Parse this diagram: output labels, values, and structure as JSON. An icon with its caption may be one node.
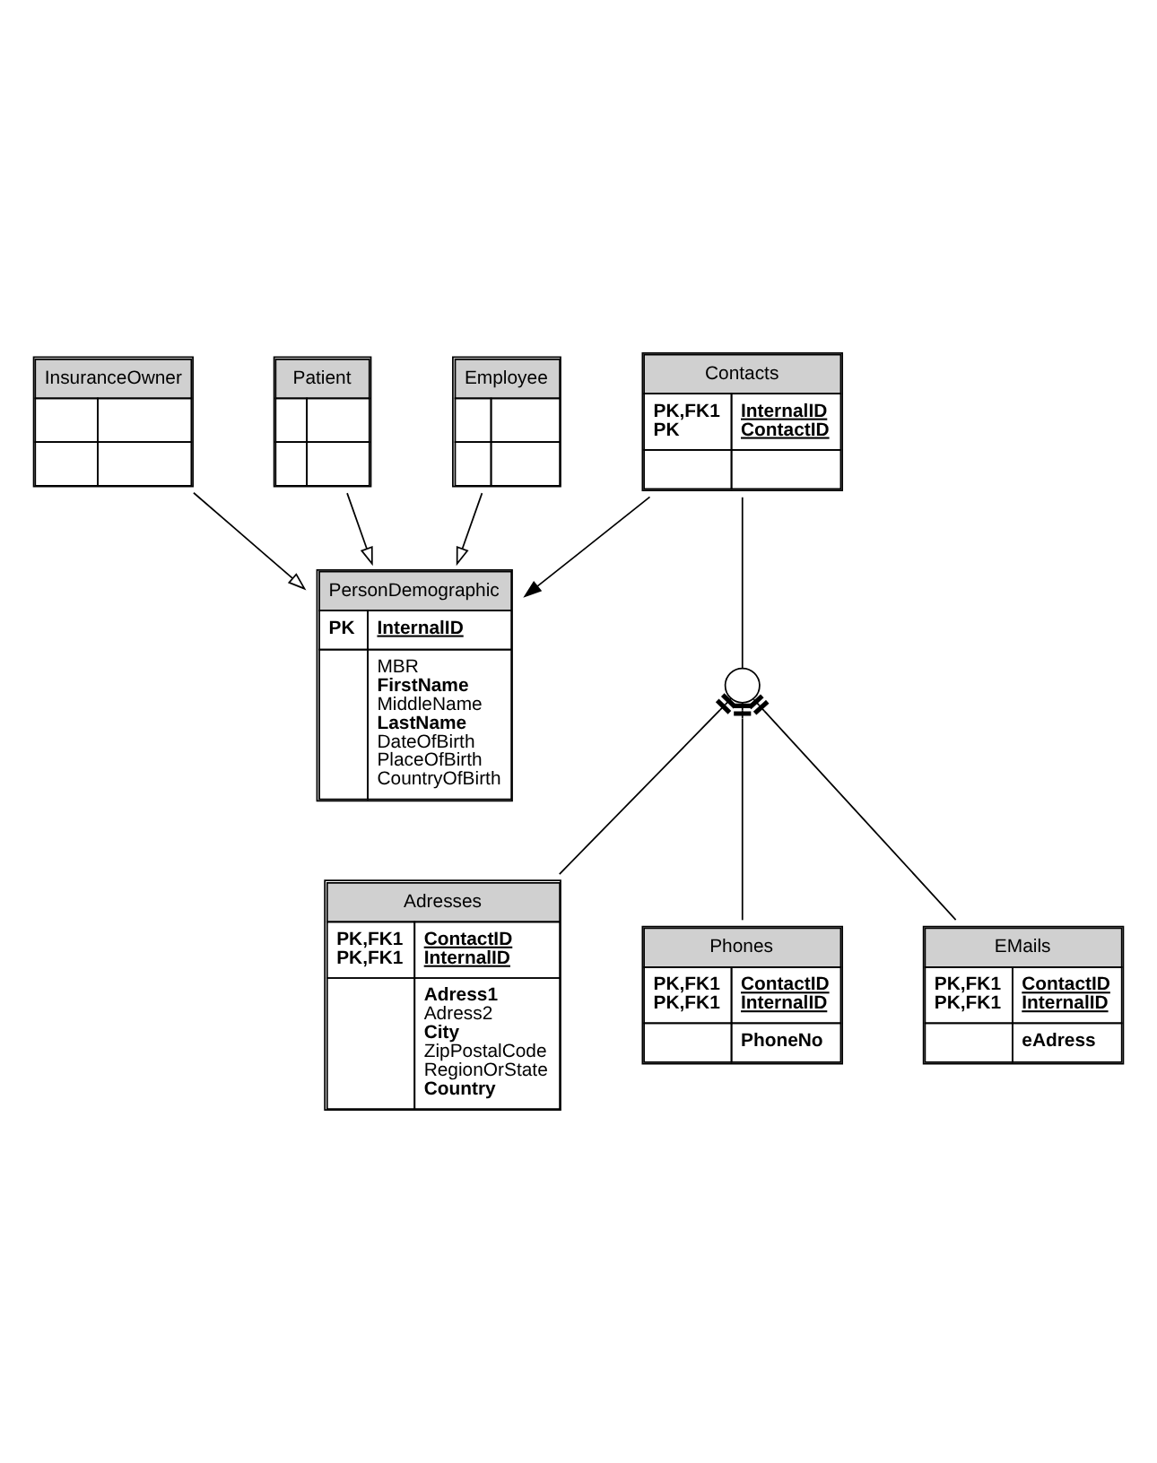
{
  "diagram": {
    "nodes": [
      {
        "text": [
          "PersonDemographic",
          "PK",
          "InternalID",
          "MBR",
          "FirstName",
          "MiddleName",
          "LastName",
          "DateOfBirth",
          "PlaceOfBirth",
          "CountryOfBirth"
        ]
      },
      {
        "text": [
          "InsuranceOwner"
        ]
      },
      {
        "text": [
          "Patient"
        ]
      },
      {
        "text": [
          "Employee"
        ]
      },
      {
        "text": [
          "Contacts",
          "PK,FK1",
          "InternalID",
          "PK",
          "ContactID"
        ]
      },
      {
        "text": [],
        "shape": "circle"
      },
      {
        "text": [
          "Adresses",
          "PK,FK1",
          "ContactID",
          "PK,FK1",
          "InternalID",
          "Adress1",
          "Adress2",
          "City",
          "ZipPostalCode",
          "RegionOrState",
          "Country"
        ]
      },
      {
        "text": [
          "Phones",
          "PK,FK1",
          "ContactID",
          "PK,FK1",
          "InternalID",
          "PhoneNo"
        ]
      },
      {
        "text": [
          "EMails",
          "PK,FK1",
          "ContactID",
          "PK,FK1",
          "InternalID",
          "eAdress"
        ]
      }
    ],
    "edges": [
      {
        "from": 1,
        "to": 0,
        "arrow": "to"
      },
      {
        "from": 2,
        "to": 0,
        "arrow": "to"
      },
      {
        "from": 3,
        "to": 0,
        "arrow": "to"
      },
      {
        "from": 4,
        "to": 0,
        "arrow": "to"
      },
      {
        "from": 4,
        "to": 5,
        "arrow": "none"
      },
      {
        "from": 5,
        "to": 6,
        "arrow": "other"
      },
      {
        "from": 5,
        "to": 7,
        "arrow": "other"
      },
      {
        "from": 5,
        "to": 8,
        "arrow": "other"
      }
    ]
  }
}
